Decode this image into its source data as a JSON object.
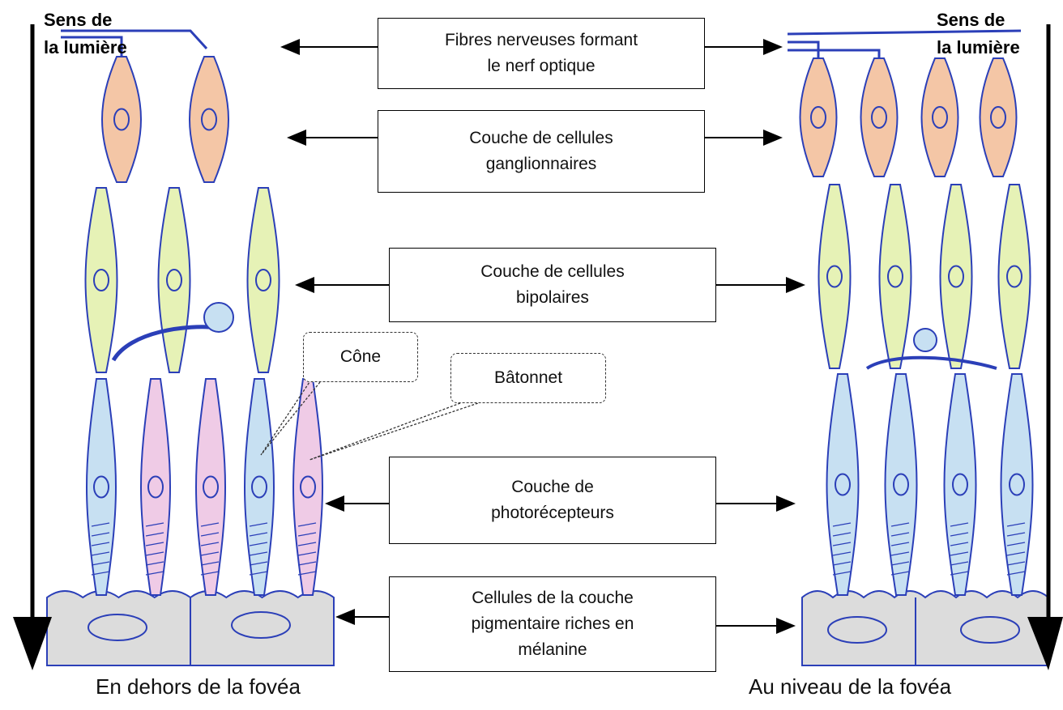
{
  "light_direction": {
    "left": "Sens de\nla lumière",
    "right": "Sens de\nla lumière"
  },
  "labels": {
    "nerve_fibers": "Fibres nerveuses formant\nle nerf optique",
    "ganglion_layer": "Couche de cellules\nganglionnaires",
    "bipolar_layer": "Couche de cellules\nbipolaires",
    "photoreceptor_layer": "Couche de\nphotorécepteurs",
    "pigment_layer": "Cellules de la couche\npigmentaire riches en\nmélanine"
  },
  "callouts": {
    "cone": "Cône",
    "rod": "Bâtonnet"
  },
  "captions": {
    "left": "En dehors de la fovéa",
    "right": "Au niveau de la fovéa"
  },
  "colors": {
    "outline": "#2b3fb8",
    "ganglion_fill": "#f4c6a6",
    "bipolar_fill": "#e6f2b6",
    "cone_fill": "#c7e0f2",
    "rod_fill": "#efcbe6",
    "pigment_fill": "#dcdcdc"
  }
}
